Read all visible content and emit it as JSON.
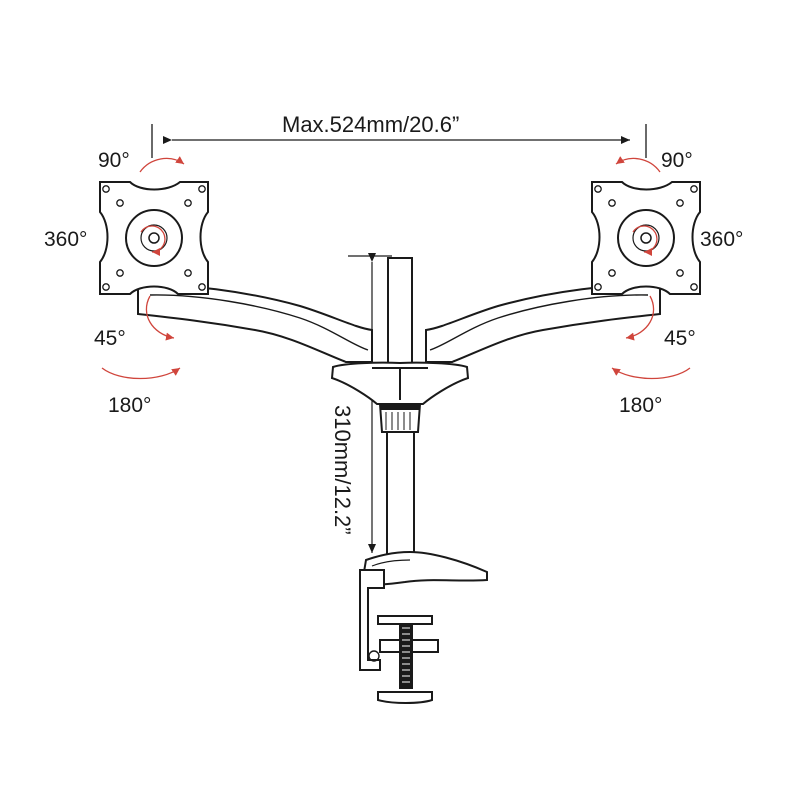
{
  "dimensions": {
    "max_width": "Max.524mm/20.6”",
    "pole_height": "310mm/12.2”"
  },
  "left_arm": {
    "tilt": "90°",
    "rotation": "360°",
    "swivel_joint": "45°",
    "swivel_base": "180°"
  },
  "right_arm": {
    "tilt": "90°",
    "rotation": "360°",
    "swivel_joint": "45°",
    "swivel_base": "180°"
  },
  "colors": {
    "line": "#1a1a1a",
    "rotation_arrow": "#d0453c"
  }
}
